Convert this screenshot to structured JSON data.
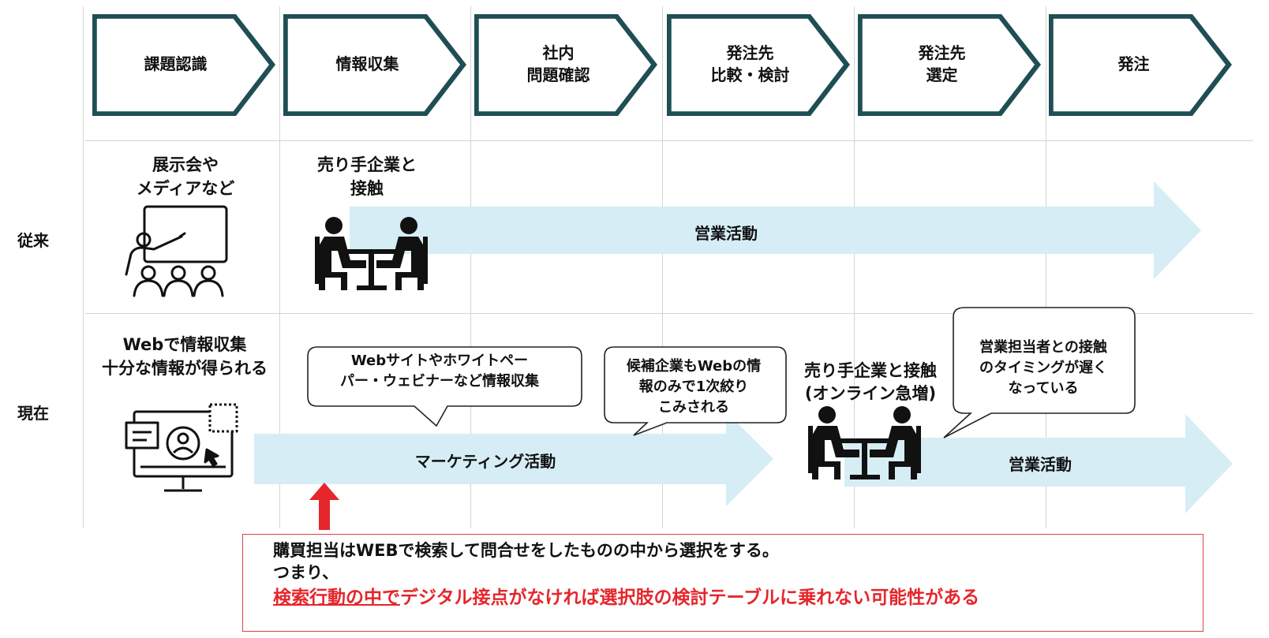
{
  "stages": [
    {
      "label": "課題認識"
    },
    {
      "label": "情報収集"
    },
    {
      "label": "社内\n問題確認"
    },
    {
      "label": "発注先\n比較・検討"
    },
    {
      "label": "発注先\n選定"
    },
    {
      "label": "発注"
    }
  ],
  "rows": {
    "traditional": {
      "label": "従来",
      "source_text": "展示会や\nメディアなど",
      "contact_text": "売り手企業と\n接触",
      "band_label": "営業活動"
    },
    "current": {
      "label": "現在",
      "web_text": "Webで情報収集\n十分な情報が得られる",
      "bubble1": "Webサイトやホワイトペー\nパー・ウェビナーなど情報収集",
      "bubble2": "候補企業もWebの情\n報のみで1次絞り\nこみされる",
      "bubble3": "営業担当者との接触\nのタイミングが遅く\nなっている",
      "contact_text": "売り手企業と接触\n(オンライン急増)",
      "marketing_band": "マーケティング活動",
      "sales_band": "営業活動"
    }
  },
  "note": {
    "line1": "購買担当はWEBで検索して問合せをしたものの中から選択をする。",
    "line2": "つまり、",
    "line3_underlined": "検索行動の中で",
    "line3_rest": "デジタル接点がなければ選択肢の検討テーブルに乗れない可能性がある"
  },
  "icons": [
    "presentation-icon",
    "meeting-icon",
    "web-monitor-icon",
    "up-arrow-icon"
  ],
  "colors": {
    "chevron_outer": "#1f4e54",
    "band": "#d6edf5",
    "accent_red": "#e5262b",
    "grid": "#d4d4d4"
  }
}
